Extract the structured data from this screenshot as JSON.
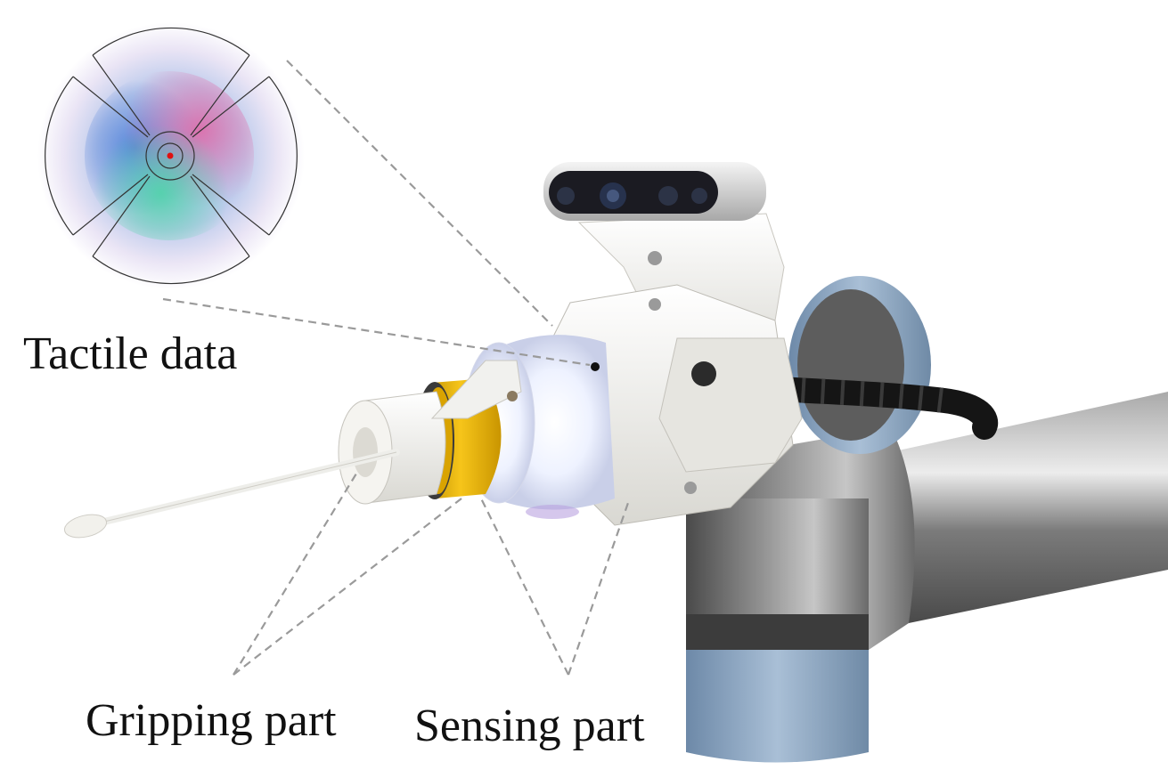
{
  "labels": {
    "tactile": "Tactile data",
    "gripping": "Gripping part",
    "sensing": "Sensing part"
  },
  "colors": {
    "background": "#ffffff",
    "leader_line": "#9a9a9a",
    "contact_point": "#e01010",
    "robot_arm_metal": "#8a8a8a",
    "robot_joint_blue": "#8aa4bf",
    "mount_white": "#f1f1ee",
    "band_yellow": "#e8b400",
    "cable_black": "#151515",
    "camera_silver": "#d0d0d0"
  },
  "icons": {
    "tactile_image": "tactile-sensor-image-icon",
    "robot": "robot-arm-icon",
    "camera": "depth-camera-icon",
    "swab": "cotton-swab-icon"
  }
}
